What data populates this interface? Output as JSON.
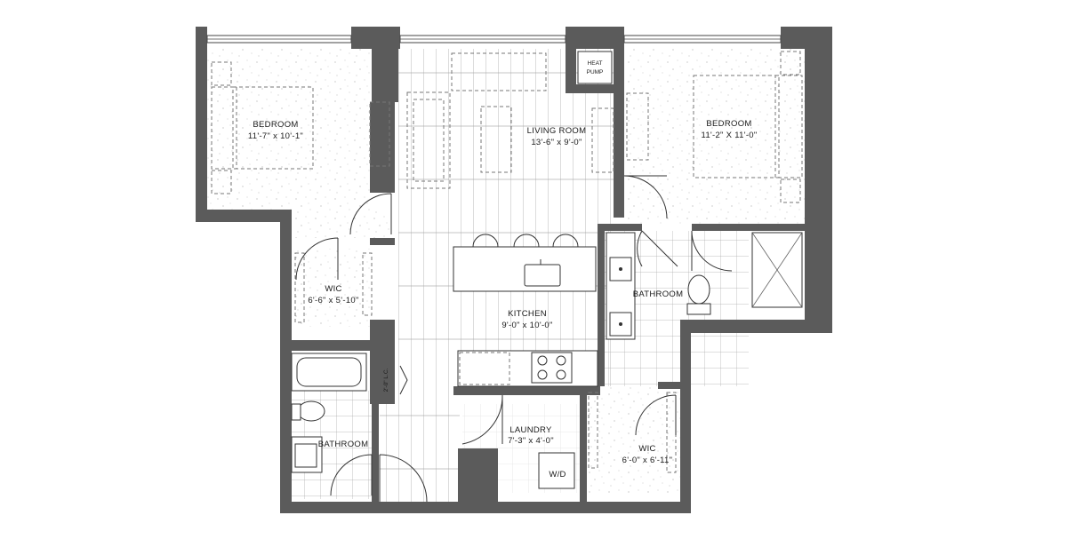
{
  "rooms": {
    "bedroom_left": {
      "name": "BEDROOM",
      "dims": "11'-7\" x 10'-1\""
    },
    "living_room": {
      "name": "LIVING ROOM",
      "dims": "13'-6\" x 9'-0\""
    },
    "bedroom_right": {
      "name": "BEDROOM",
      "dims": "11'-2\" X 11'-0\""
    },
    "wic_left": {
      "name": "WIC",
      "dims": "6'-6\" x 5'-10\""
    },
    "kitchen": {
      "name": "KITCHEN",
      "dims": "9'-0\" x 10'-0\""
    },
    "bathroom_right": {
      "name": "BATHROOM"
    },
    "bathroom_left": {
      "name": "BATHROOM"
    },
    "laundry": {
      "name": "LAUNDRY",
      "dims": "7'-3\" x 4'-0\""
    },
    "wic_right": {
      "name": "WIC",
      "dims": "6'-0\" x 6'-11\""
    }
  },
  "labels": {
    "heat_pump_line1": "HEAT",
    "heat_pump_line2": "PUMP",
    "linen_closet": "2'-0\" L.C.",
    "washer_dryer": "W/D"
  },
  "colors": {
    "wall": "#5b5b5b",
    "line": "#333333",
    "background": "#ffffff"
  }
}
